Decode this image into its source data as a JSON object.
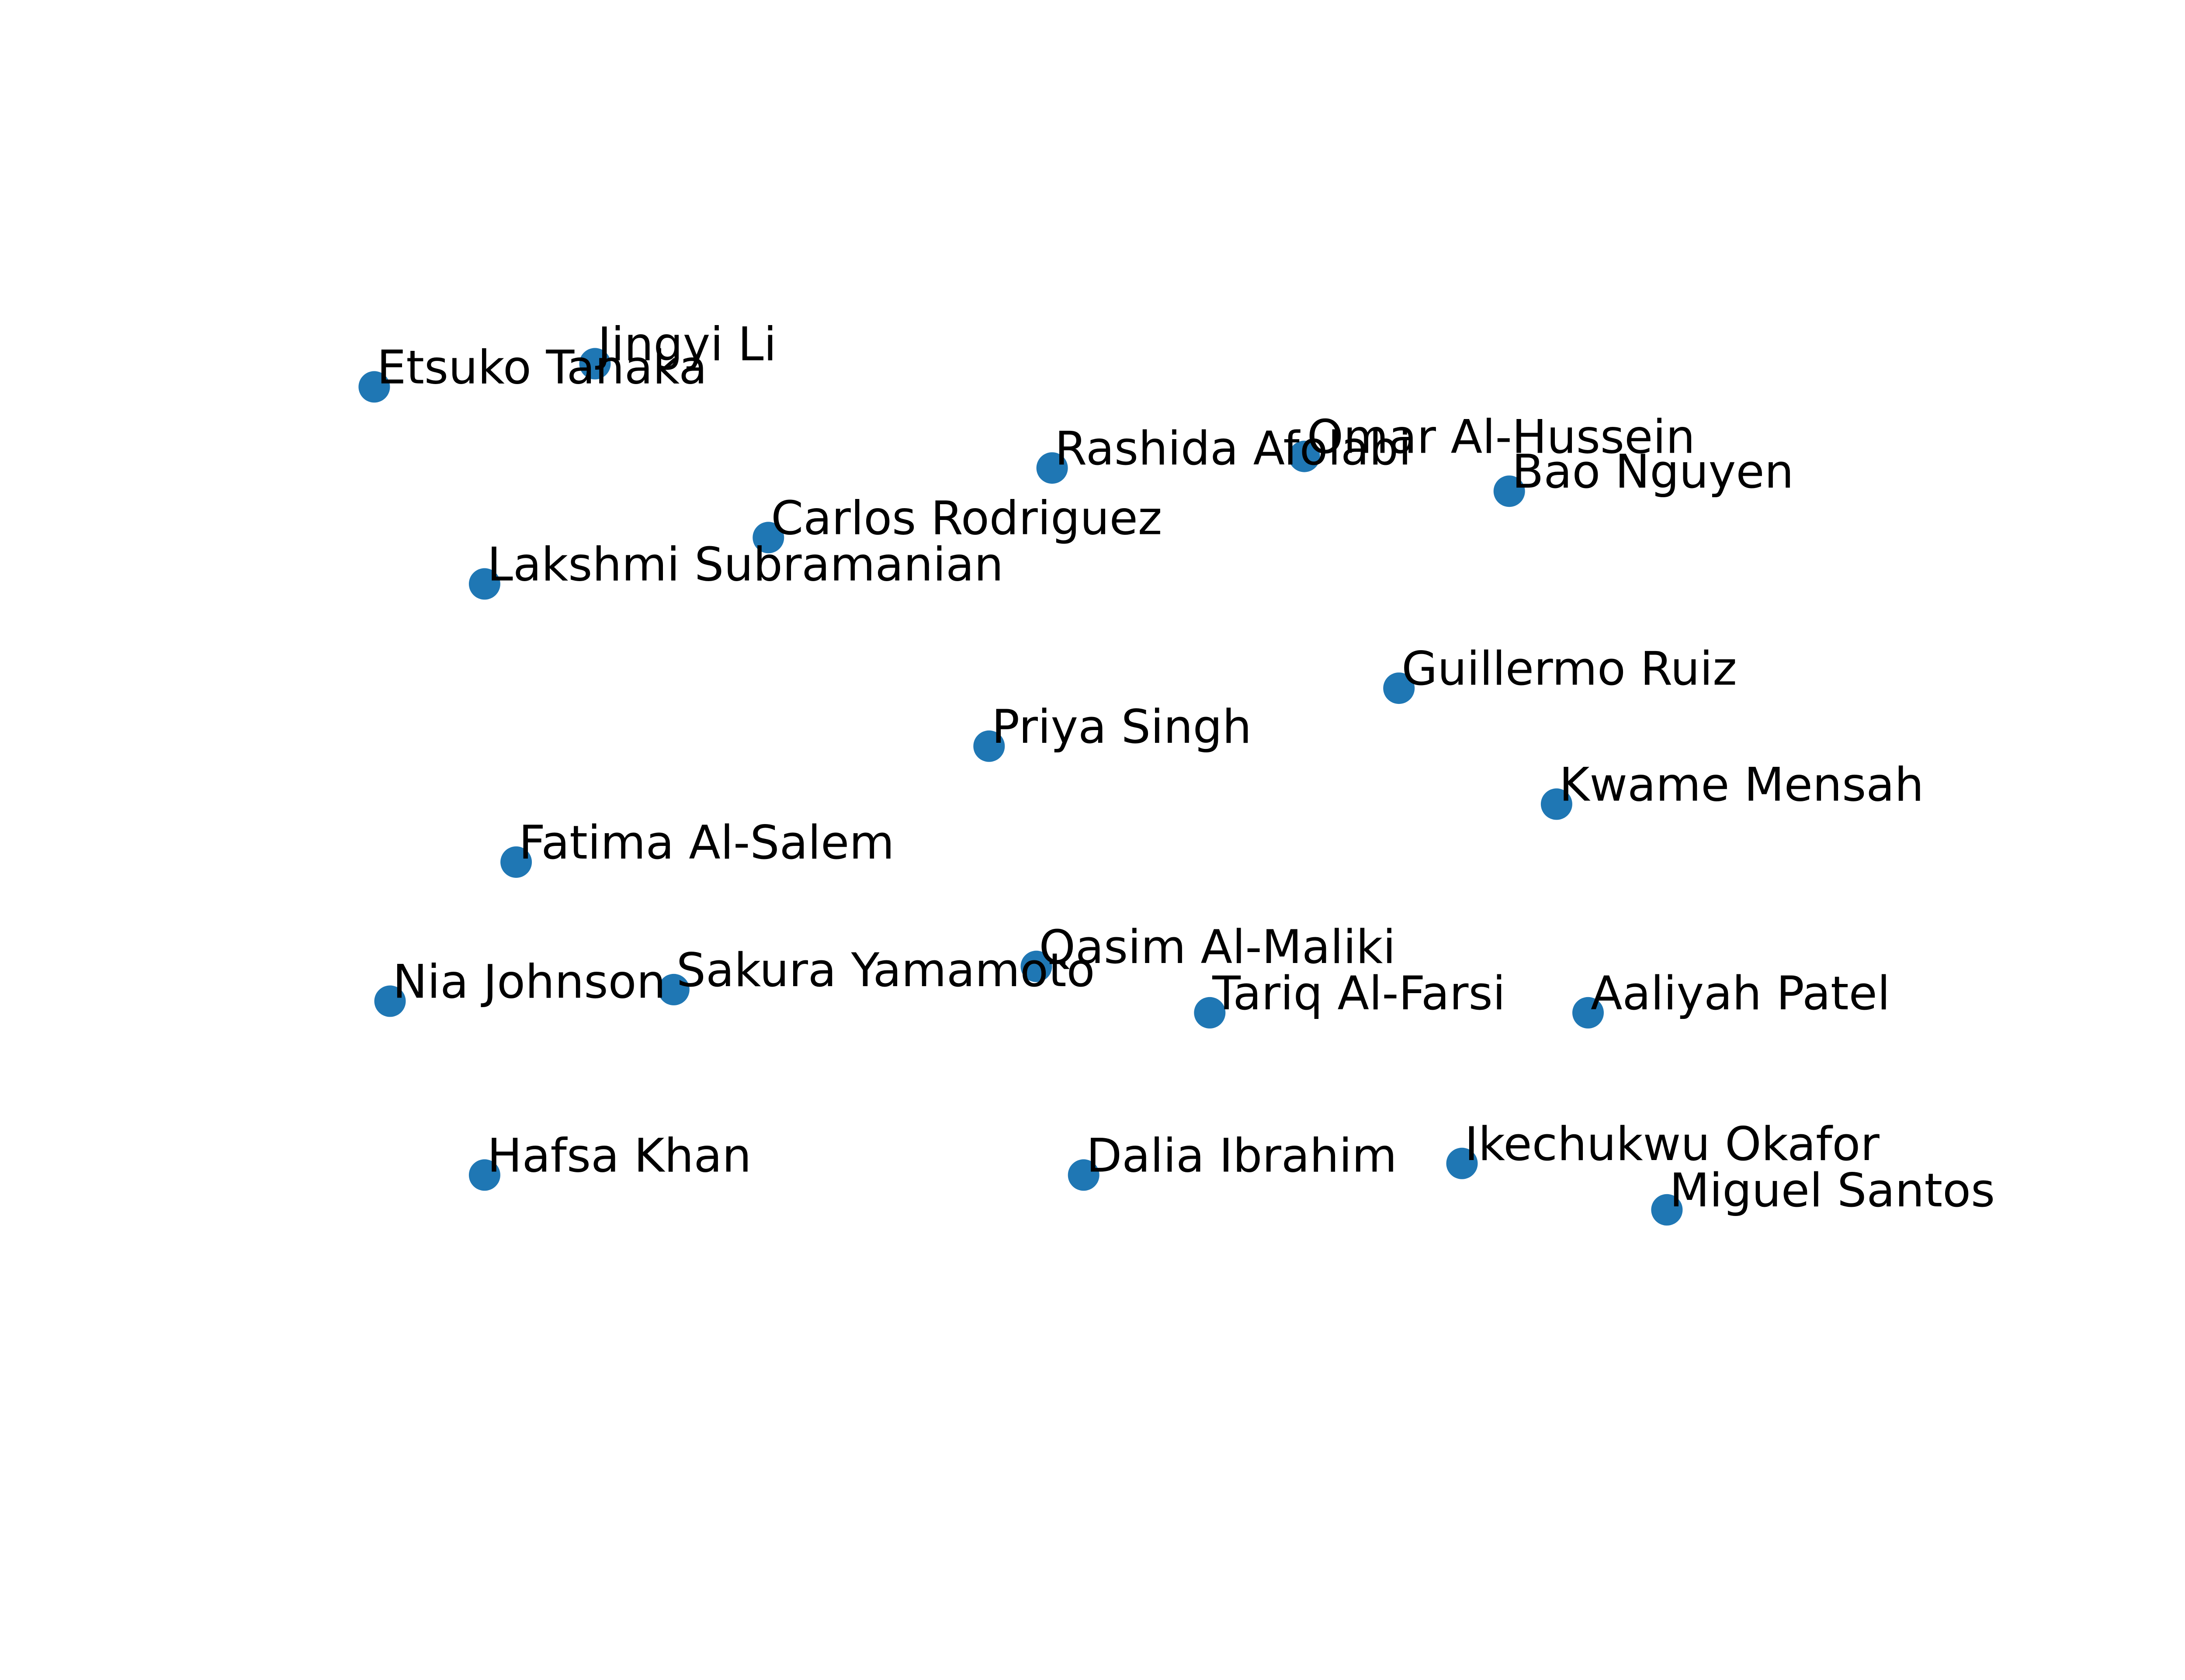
{
  "chart_data": {
    "type": "scatter",
    "title": "",
    "xlabel": "",
    "ylabel": "",
    "axes_visible": false,
    "grid": false,
    "legend": "none",
    "xlim": [
      -0.05,
      1.05
    ],
    "ylim": [
      -0.05,
      1.05
    ],
    "marker_color": "#1f77b4",
    "label_color": "#000000",
    "points": [
      {
        "label": "Jingyi Li",
        "x": 0.15,
        "y": 0.91
      },
      {
        "label": "Etsuko Tanaka",
        "x": 0.01,
        "y": 0.89
      },
      {
        "label": "Omar Al-Hussein",
        "x": 0.6,
        "y": 0.83
      },
      {
        "label": "Rashida Afolabi",
        "x": 0.44,
        "y": 0.82
      },
      {
        "label": "Bao Nguyen",
        "x": 0.73,
        "y": 0.8
      },
      {
        "label": "Carlos Rodriguez",
        "x": 0.26,
        "y": 0.76
      },
      {
        "label": "Lakshmi Subramanian",
        "x": 0.08,
        "y": 0.72
      },
      {
        "label": "Guillermo Ruiz",
        "x": 0.66,
        "y": 0.63
      },
      {
        "label": "Priya Singh",
        "x": 0.4,
        "y": 0.58
      },
      {
        "label": "Kwame Mensah",
        "x": 0.76,
        "y": 0.53
      },
      {
        "label": "Fatima Al-Salem",
        "x": 0.1,
        "y": 0.48
      },
      {
        "label": "Qasim Al-Maliki",
        "x": 0.43,
        "y": 0.39
      },
      {
        "label": "Sakura Yamamoto",
        "x": 0.2,
        "y": 0.37
      },
      {
        "label": "Nia Johnson",
        "x": 0.02,
        "y": 0.36
      },
      {
        "label": "Tariq Al-Farsi",
        "x": 0.54,
        "y": 0.35
      },
      {
        "label": "Aaliyah Patel",
        "x": 0.78,
        "y": 0.35
      },
      {
        "label": "Ikechukwu Okafor",
        "x": 0.7,
        "y": 0.22
      },
      {
        "label": "Dalia Ibrahim",
        "x": 0.46,
        "y": 0.21
      },
      {
        "label": "Hafsa Khan",
        "x": 0.08,
        "y": 0.21
      },
      {
        "label": "Miguel Santos",
        "x": 0.83,
        "y": 0.18
      }
    ]
  }
}
